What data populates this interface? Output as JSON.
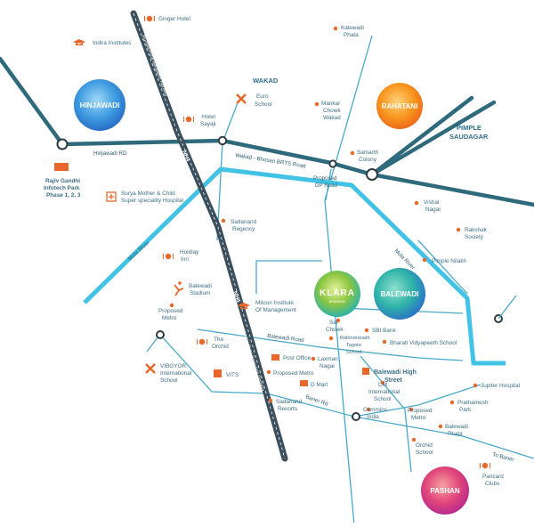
{
  "colors": {
    "road_dark": "#2f6a7c",
    "river": "#42c3e6",
    "road_thin": "#49a9c9",
    "highway": "#3c4f5d",
    "marker": "#e8672b",
    "label": "#3d6f86"
  },
  "areas": {
    "wakad": "WAKAD",
    "pimple_saudagar_1": "PIMPLE",
    "pimple_saudagar_2": "SAUDAGAR"
  },
  "bubbles": {
    "hinjawadi": "HINJAWADI",
    "rahatani": "RAHATANI",
    "balewadi": "BALEWADI",
    "pashan": "PASHAN",
    "project_logo": "KLARA",
    "project_sub": "BHANDARI"
  },
  "roads": {
    "hinjawadi_rd": "Hinjawadi RD",
    "brts": "Wakad - Bhosari BRTS Road",
    "dp_road_1": "Proposed",
    "dp_road_2": "DP Road",
    "balewadi_road": "Balewadi Road",
    "baner_rd": "Baner Rd",
    "to_baner": "To Baner",
    "mula_river_1": "Mula River",
    "mula_river_2": "Mula River",
    "nh4_1": "NH4",
    "nh4_2": "NH4",
    "highway_1": "Mumbai-Pune-Bangalore Highway",
    "highway_2": "Mumbai-Pune-Bangalore Highway"
  },
  "places": {
    "ginger_hotel": "Ginger Hotel",
    "indira": "Indira Institutes",
    "kalewadi_1": "Kalewadi",
    "kalewadi_2": "Phata",
    "euro_1": "Euro",
    "euro_2": "School",
    "hotel_1": "Hotel",
    "hotel_2": "Sayaji",
    "mankar_1": "Mankar",
    "mankar_2": "Chowk",
    "mankar_3": "Wakad",
    "samarth_1": "Samarth",
    "samarth_2": "Colony",
    "rajiv_1": "Rajiv Gandhi",
    "rajiv_2": "Infotech Park",
    "rajiv_3": "Phase 1, 2, 3",
    "surya_1": "Surya Mother & Child",
    "surya_2": "Super speciality Hospital",
    "vishal_1": "Vishal",
    "vishal_2": "Nagar",
    "sadanand_regency_1": "Sadanand",
    "sadanand_regency_2": "Regency",
    "rakshak_1": "Rakshak",
    "rakshak_2": "Society",
    "holiday_1": "Holiday",
    "holiday_2": "Inn",
    "pimple_nilakh": "Pimple Nilakh",
    "stadium_1": "Balewadi",
    "stadium_2": "Stadium",
    "mitcon_1": "Mitcon Institute",
    "mitcon_2": "Of Management",
    "proposed_metro_a1": "Proposed",
    "proposed_metro_a2": "Metro",
    "sai_chowk_1": "Sai",
    "sai_chowk_2": "Chowk",
    "sbi": "SBI Bank",
    "rabindranath_1": "Rabindranath",
    "rabindranath_2": "Tagore",
    "rabindranath_3": "School",
    "bharati": "Bharati Vidyapeeth School",
    "orchid_a1": "The",
    "orchid_a2": "Orchid",
    "post_office": "Post Office",
    "laxman_1": "Laxman",
    "laxman_2": "Nagar",
    "high_street_1": "Balewadi High",
    "high_street_2": "Street",
    "proposed_metro_b": "Proposed Metro",
    "viboyor_1": "VIBGYOR",
    "viboyor_2": "International",
    "viboyor_3": "School",
    "vits": "VITS",
    "dmart": "D Mart",
    "cm_1": "CM",
    "cm_2": "International",
    "cm_3": "School",
    "jupiter": "Jupiter Hospital",
    "prathamesh_1": "Prathamesh",
    "prathamesh_2": "Park",
    "sadanand_resorts_1": "Sadanand",
    "sadanand_resorts_2": "Resorts",
    "cummins_1": "Cummins",
    "cummins_2": "India",
    "proposed_metro_c1": "Proposed",
    "proposed_metro_c2": "Metro",
    "balewadi_phata_1": "Balewadi",
    "balewadi_phata_2": "Phata",
    "orchid_b1": "Orchid",
    "orchid_b2": "School",
    "pancard_1": "Pancard",
    "pancard_2": "Clubs"
  }
}
